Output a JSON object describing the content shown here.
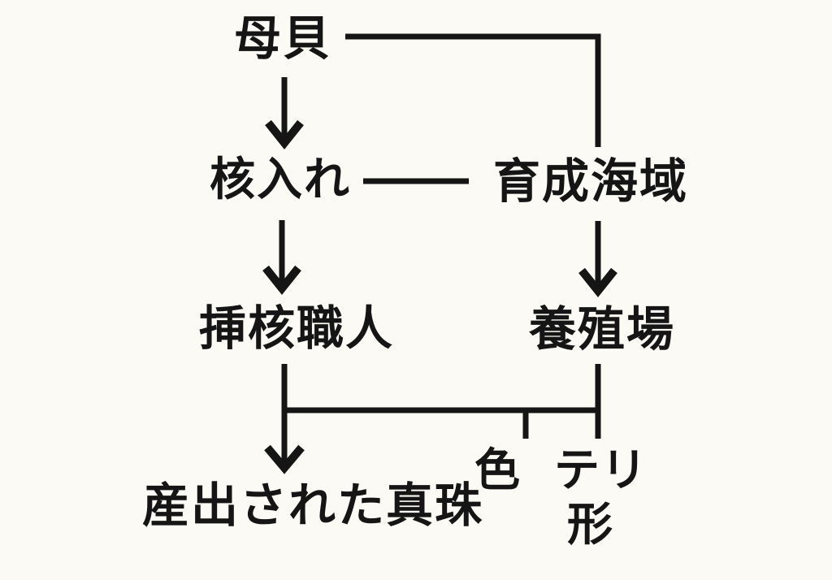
{
  "diagram": {
    "description": "Flowchart of pearl cultivation factors",
    "nodes": {
      "mother_shell": "母貝",
      "nucleus_insertion": "核入れ",
      "rearing_sea_area": "育成海域",
      "insertion_craftsman": "挿核職人",
      "culture_farm": "養殖場",
      "produced_pearl": "産出された真珠",
      "color": "色",
      "luster": "テリ",
      "shape": "形"
    },
    "edges": [
      {
        "from": "mother_shell",
        "to": "nucleus_insertion",
        "type": "arrow-down"
      },
      {
        "from": "mother_shell",
        "to": "rearing_sea_area",
        "type": "elbow-line"
      },
      {
        "from": "nucleus_insertion",
        "to": "rearing_sea_area",
        "type": "plain-line"
      },
      {
        "from": "nucleus_insertion",
        "to": "insertion_craftsman",
        "type": "arrow-down"
      },
      {
        "from": "rearing_sea_area",
        "to": "culture_farm",
        "type": "arrow-down"
      },
      {
        "from": "insertion_craftsman",
        "to": "produced_pearl",
        "type": "arrow-down"
      },
      {
        "from": "culture_farm",
        "to": "produced_pearl",
        "type": "branch-line"
      },
      {
        "from": "branch-line",
        "to": "color",
        "type": "tick"
      },
      {
        "from": "branch-line",
        "to": "luster",
        "type": "tick"
      }
    ],
    "colors": {
      "background": "#fbfaf5",
      "ink": "#151515"
    }
  }
}
